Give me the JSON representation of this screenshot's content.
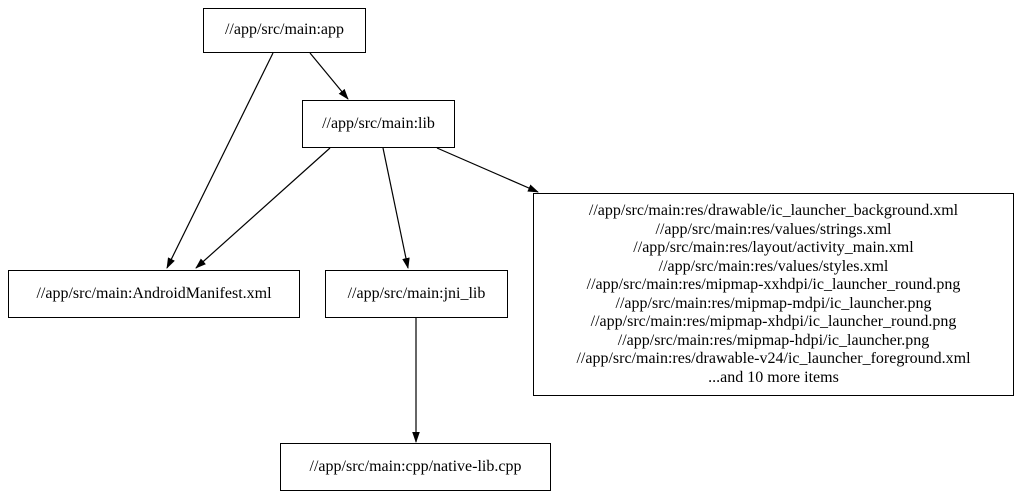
{
  "graph": {
    "background_color": "#ffffff",
    "node_border_color": "#000000",
    "text_color": "#000000",
    "edge_color": "#000000",
    "nodes": {
      "app": {
        "label": "//app/src/main:app"
      },
      "lib": {
        "label": "//app/src/main:lib"
      },
      "manifest": {
        "label": "//app/src/main:AndroidManifest.xml"
      },
      "jni_lib": {
        "label": "//app/src/main:jni_lib"
      },
      "res_group": {
        "lines": [
          "//app/src/main:res/drawable/ic_launcher_background.xml",
          "//app/src/main:res/values/strings.xml",
          "//app/src/main:res/layout/activity_main.xml",
          "//app/src/main:res/values/styles.xml",
          "//app/src/main:res/mipmap-xxhdpi/ic_launcher_round.png",
          "//app/src/main:res/mipmap-mdpi/ic_launcher.png",
          "//app/src/main:res/mipmap-xhdpi/ic_launcher_round.png",
          "//app/src/main:res/mipmap-hdpi/ic_launcher.png",
          "//app/src/main:res/drawable-v24/ic_launcher_foreground.xml",
          "...and 10 more items"
        ]
      },
      "native_lib": {
        "label": "//app/src/main:cpp/native-lib.cpp"
      }
    },
    "edges": [
      {
        "from": "app",
        "to": "manifest"
      },
      {
        "from": "app",
        "to": "lib"
      },
      {
        "from": "lib",
        "to": "manifest"
      },
      {
        "from": "lib",
        "to": "jni_lib"
      },
      {
        "from": "lib",
        "to": "res_group"
      },
      {
        "from": "jni_lib",
        "to": "native_lib"
      }
    ]
  }
}
